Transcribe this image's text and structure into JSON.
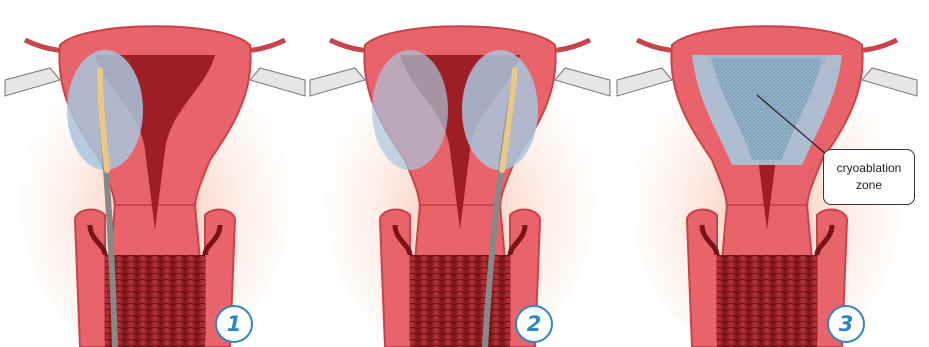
{
  "steps": [
    {
      "label": "1"
    },
    {
      "label": "2"
    },
    {
      "label": "3"
    }
  ],
  "callout": {
    "line1": "cryoablation",
    "line2": "zone"
  },
  "colors": {
    "tissue": "#e8636a",
    "tissue_dark": "#c9434b",
    "cavity": "#9e1e25",
    "ice_zone": "#a9c6dd",
    "probe": "#e8c98a",
    "accent": "#2f86c4"
  }
}
